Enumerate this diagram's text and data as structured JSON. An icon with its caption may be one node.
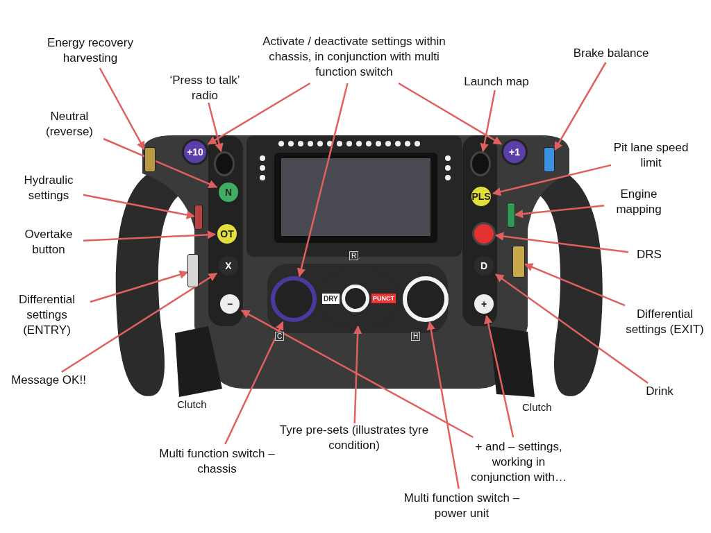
{
  "diagram": {
    "nodes": [
      {
        "text": [
          "Energy recovery harvesting"
        ]
      },
      {
        "text": [
          "Activate / deactivate settings within chassis, in conjunction with multi function switch"
        ]
      },
      {
        "text": [
          "Brake balance"
        ]
      },
      {
        "text": [
          "‘Press to talk’ radio"
        ]
      },
      {
        "text": [
          "Launch map"
        ]
      },
      {
        "text": [
          "Neutral (reverse)"
        ]
      },
      {
        "text": [
          "Pit lane speed limit"
        ]
      },
      {
        "text": [
          "Hydraulic settings"
        ]
      },
      {
        "text": [
          "Engine mapping"
        ]
      },
      {
        "text": [
          "Overtake button"
        ]
      },
      {
        "text": [
          "DRS"
        ]
      },
      {
        "text": [
          "Differential settings (ENTRY)"
        ]
      },
      {
        "text": [
          "Differential settings (EXIT)"
        ]
      },
      {
        "text": [
          "Message OK!!"
        ]
      },
      {
        "text": [
          "Drink"
        ]
      },
      {
        "text": [
          "Multi function switch – chassis"
        ]
      },
      {
        "text": [
          "Tyre pre-sets (illustrates tyre condition)"
        ]
      },
      {
        "text": [
          "+ and – settings, working in conjunction with…"
        ]
      },
      {
        "text": [
          "Multi function switch – power unit"
        ]
      },
      {
        "text": [],
        "shape": "bar"
      },
      {
        "text": [
          "+10"
        ]
      },
      {
        "text": [],
        "shape": "circle"
      },
      {
        "text": [
          "N"
        ]
      },
      {
        "text": [],
        "shape": "bar"
      },
      {
        "text": [
          "OT"
        ]
      },
      {
        "text": [],
        "shape": "bar"
      },
      {
        "text": [
          "X"
        ]
      },
      {
        "text": [
          "−"
        ]
      },
      {
        "text": [],
        "shape": "circle"
      },
      {
        "text": [
          "DRY",
          "PUNCT"
        ]
      },
      {
        "text": [],
        "shape": "circle"
      },
      {
        "text": [],
        "shape": "circle"
      },
      {
        "text": [
          "+1"
        ]
      },
      {
        "text": [],
        "shape": "bar"
      },
      {
        "text": [
          "PLS"
        ]
      },
      {
        "text": [],
        "shape": "bar"
      },
      {
        "text": [],
        "shape": "circle"
      },
      {
        "text": [],
        "shape": "bar"
      },
      {
        "text": [
          "D"
        ]
      },
      {
        "text": [
          "+"
        ]
      }
    ],
    "edges": [
      {
        "from": 0,
        "to": 19,
        "arrow": "to"
      },
      {
        "from": 1,
        "to": 20,
        "arrow": "to"
      },
      {
        "from": 1,
        "to": 32,
        "arrow": "to"
      },
      {
        "from": 1,
        "to": 28,
        "arrow": "to"
      },
      {
        "from": 3,
        "to": 21,
        "arrow": "to"
      },
      {
        "from": 4,
        "to": 31,
        "arrow": "to"
      },
      {
        "from": 2,
        "to": 33,
        "arrow": "to"
      },
      {
        "from": 5,
        "to": 22,
        "arrow": "to"
      },
      {
        "from": 6,
        "to": 34,
        "arrow": "to"
      },
      {
        "from": 7,
        "to": 23,
        "arrow": "to"
      },
      {
        "from": 8,
        "to": 35,
        "arrow": "to"
      },
      {
        "from": 9,
        "to": 24,
        "arrow": "to"
      },
      {
        "from": 10,
        "to": 36,
        "arrow": "to"
      },
      {
        "from": 11,
        "to": 25,
        "arrow": "to"
      },
      {
        "from": 12,
        "to": 37,
        "arrow": "to"
      },
      {
        "from": 13,
        "to": 26,
        "arrow": "to"
      },
      {
        "from": 14,
        "to": 38,
        "arrow": "to"
      },
      {
        "from": 15,
        "to": 28,
        "arrow": "to"
      },
      {
        "from": 16,
        "to": 29,
        "arrow": "to"
      },
      {
        "from": 17,
        "to": 27,
        "arrow": "to"
      },
      {
        "from": 17,
        "to": 39,
        "arrow": "to"
      },
      {
        "from": 18,
        "to": 30,
        "arrow": "to"
      }
    ],
    "labels": [
      "R",
      "C",
      "H",
      "Clutch",
      "Clutch"
    ]
  }
}
